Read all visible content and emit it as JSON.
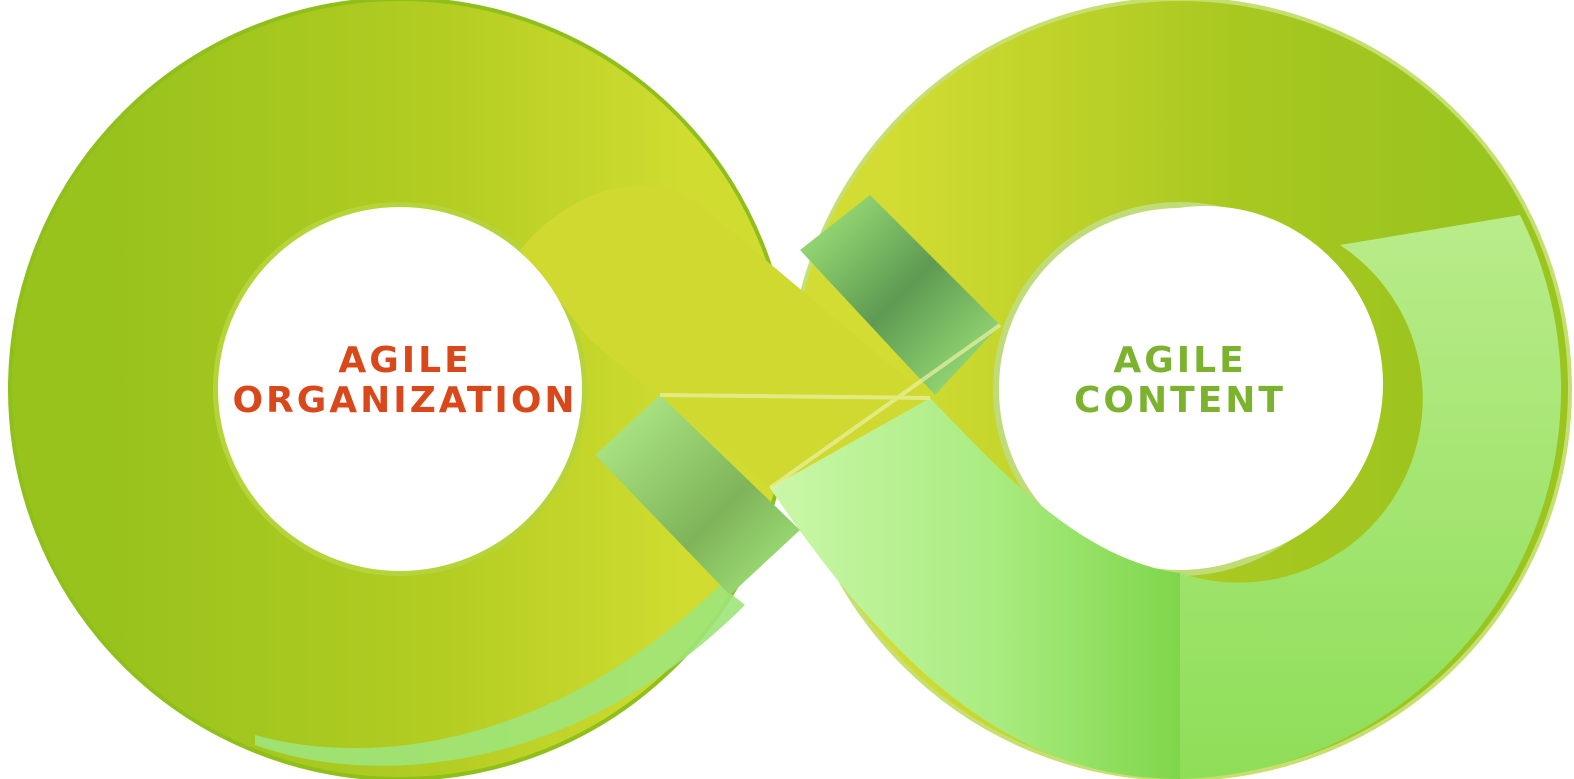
{
  "diagram": {
    "left_loop": {
      "label_line1": "AGILE",
      "label_line2": "ORGANIZATION",
      "label_color": "#d9481a"
    },
    "right_loop": {
      "label_line1": "AGILE",
      "label_line2": "CONTENT",
      "label_color": "#7cb32e"
    },
    "colors": {
      "band_dark_green": "#98c31c",
      "band_yellow_green": "#d0dc30",
      "band_light_green": "#b4f08c",
      "band_bright_green": "#82dc4a",
      "crossing_shadow": "#5e9a52",
      "edge_highlight": "#e9f2a4"
    }
  }
}
